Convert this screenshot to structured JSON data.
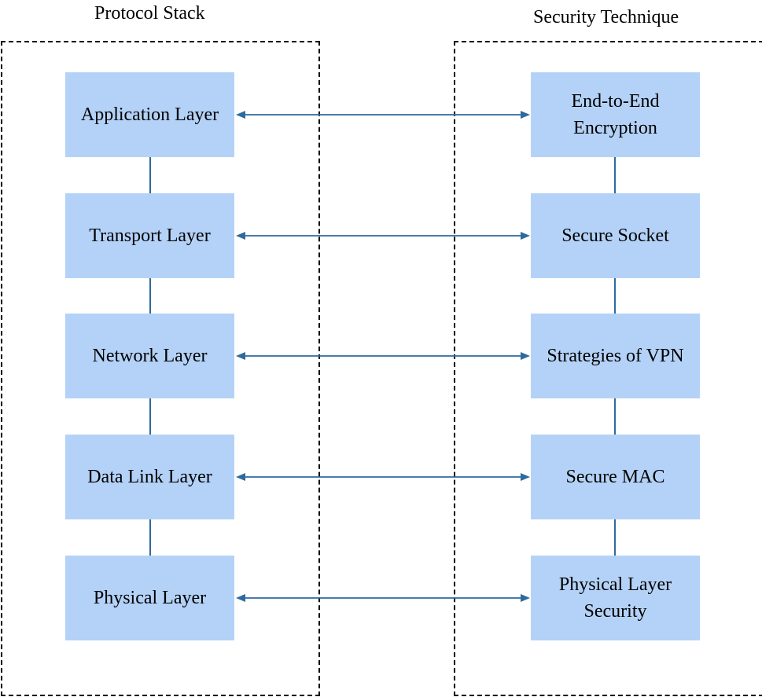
{
  "groups": {
    "left_title": "Protocol Stack",
    "right_title": "Security Technique"
  },
  "protocol_layers": [
    {
      "label": "Application Layer"
    },
    {
      "label": "Transport Layer"
    },
    {
      "label": "Network Layer"
    },
    {
      "label": "Data Link Layer"
    },
    {
      "label": "Physical Layer"
    }
  ],
  "security_techniques": [
    {
      "label": "End-to-End Encryption"
    },
    {
      "label": "Secure Socket"
    },
    {
      "label": "Strategies of VPN"
    },
    {
      "label": "Secure MAC"
    },
    {
      "label": "Physical Layer Security"
    }
  ],
  "colors": {
    "node_fill": "#b4d2f7",
    "connector": "#2e6a9e",
    "dashed_border": "#000000"
  }
}
